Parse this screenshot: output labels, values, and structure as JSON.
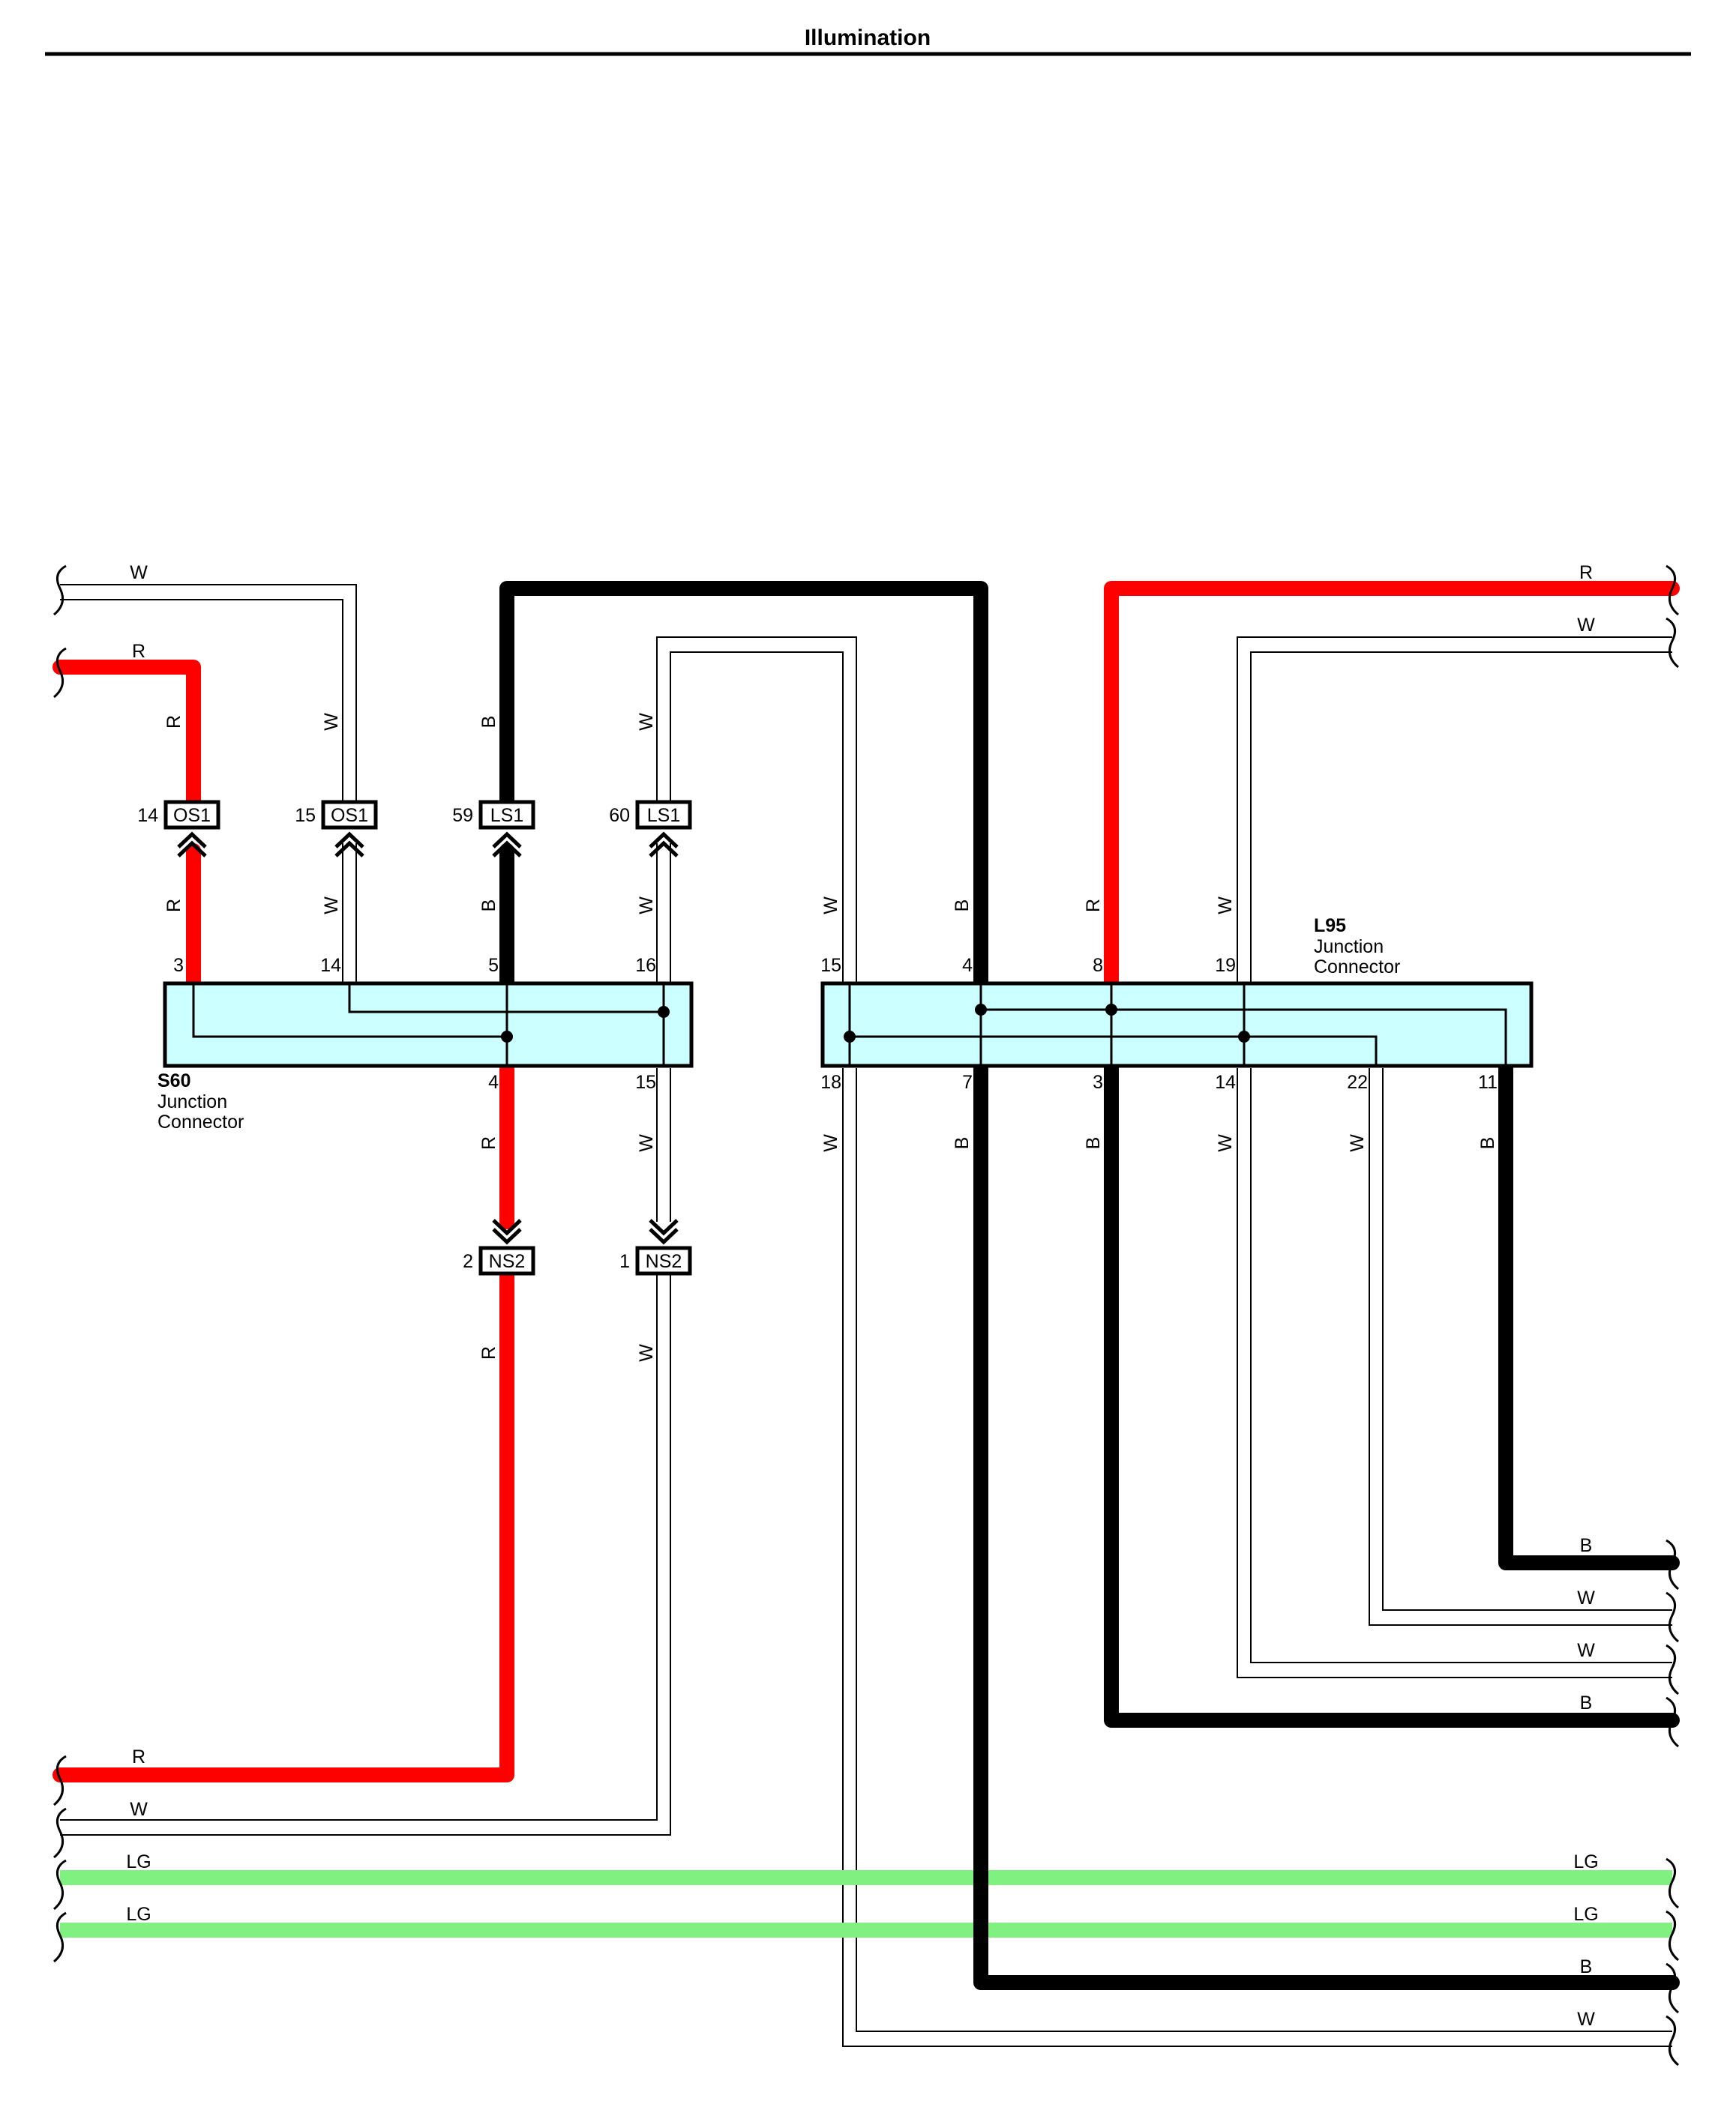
{
  "title": "Illumination",
  "colors": {
    "R": "#ff0000",
    "B": "#000000",
    "W": "#ffffff",
    "LG": "#80f080",
    "connector_fill": "#ccffff"
  },
  "connectors": {
    "S60": {
      "name": "S60",
      "desc1": "Junction",
      "desc2": "Connector"
    },
    "L95": {
      "name": "L95",
      "desc1": "Junction",
      "desc2": "Connector"
    }
  },
  "inline_connectors": [
    {
      "id": "os1-14",
      "pin": "14",
      "code": "OS1"
    },
    {
      "id": "os1-15",
      "pin": "15",
      "code": "OS1"
    },
    {
      "id": "ls1-59",
      "pin": "59",
      "code": "LS1"
    },
    {
      "id": "ls1-60",
      "pin": "60",
      "code": "LS1"
    },
    {
      "id": "ns2-2",
      "pin": "2",
      "code": "NS2"
    },
    {
      "id": "ns2-1",
      "pin": "1",
      "code": "NS2"
    }
  ],
  "pins": {
    "s60_top": [
      "3",
      "14",
      "5",
      "16"
    ],
    "s60_bottom": [
      "4",
      "15"
    ],
    "l95_top": [
      "15",
      "4",
      "8",
      "19"
    ],
    "l95_bottom": [
      "18",
      "7",
      "3",
      "14",
      "22",
      "11"
    ]
  },
  "wire_labels": {
    "left_w_top": "W",
    "left_r_top": "R",
    "os1_14_up": "R",
    "os1_15_up": "W",
    "ls1_59_up": "B",
    "ls1_60_up": "W",
    "os1_14_down": "R",
    "os1_15_down": "W",
    "ls1_59_down": "B",
    "ls1_60_down": "W",
    "l95_15_up": "W",
    "l95_4_up": "B",
    "l95_8_up": "R",
    "l95_19_up": "W",
    "s60_4_down": "R",
    "s60_15_down": "W",
    "l95_18_down": "W",
    "l95_7_down": "B",
    "l95_3_down": "B",
    "l95_14_down": "W",
    "l95_22_down": "W",
    "l95_11_down": "B",
    "ns2_2_down": "R",
    "ns2_1_down": "W",
    "right_r_top": "R",
    "right_w_top": "W",
    "right_b1": "B",
    "right_w1": "W",
    "right_w2": "W",
    "right_b2": "B",
    "left_r_bottom": "R",
    "left_w_bottom": "W",
    "left_lg1": "LG",
    "left_lg2": "LG",
    "right_lg1": "LG",
    "right_lg2": "LG",
    "right_b_bottom": "B",
    "right_w_bottom": "W"
  }
}
